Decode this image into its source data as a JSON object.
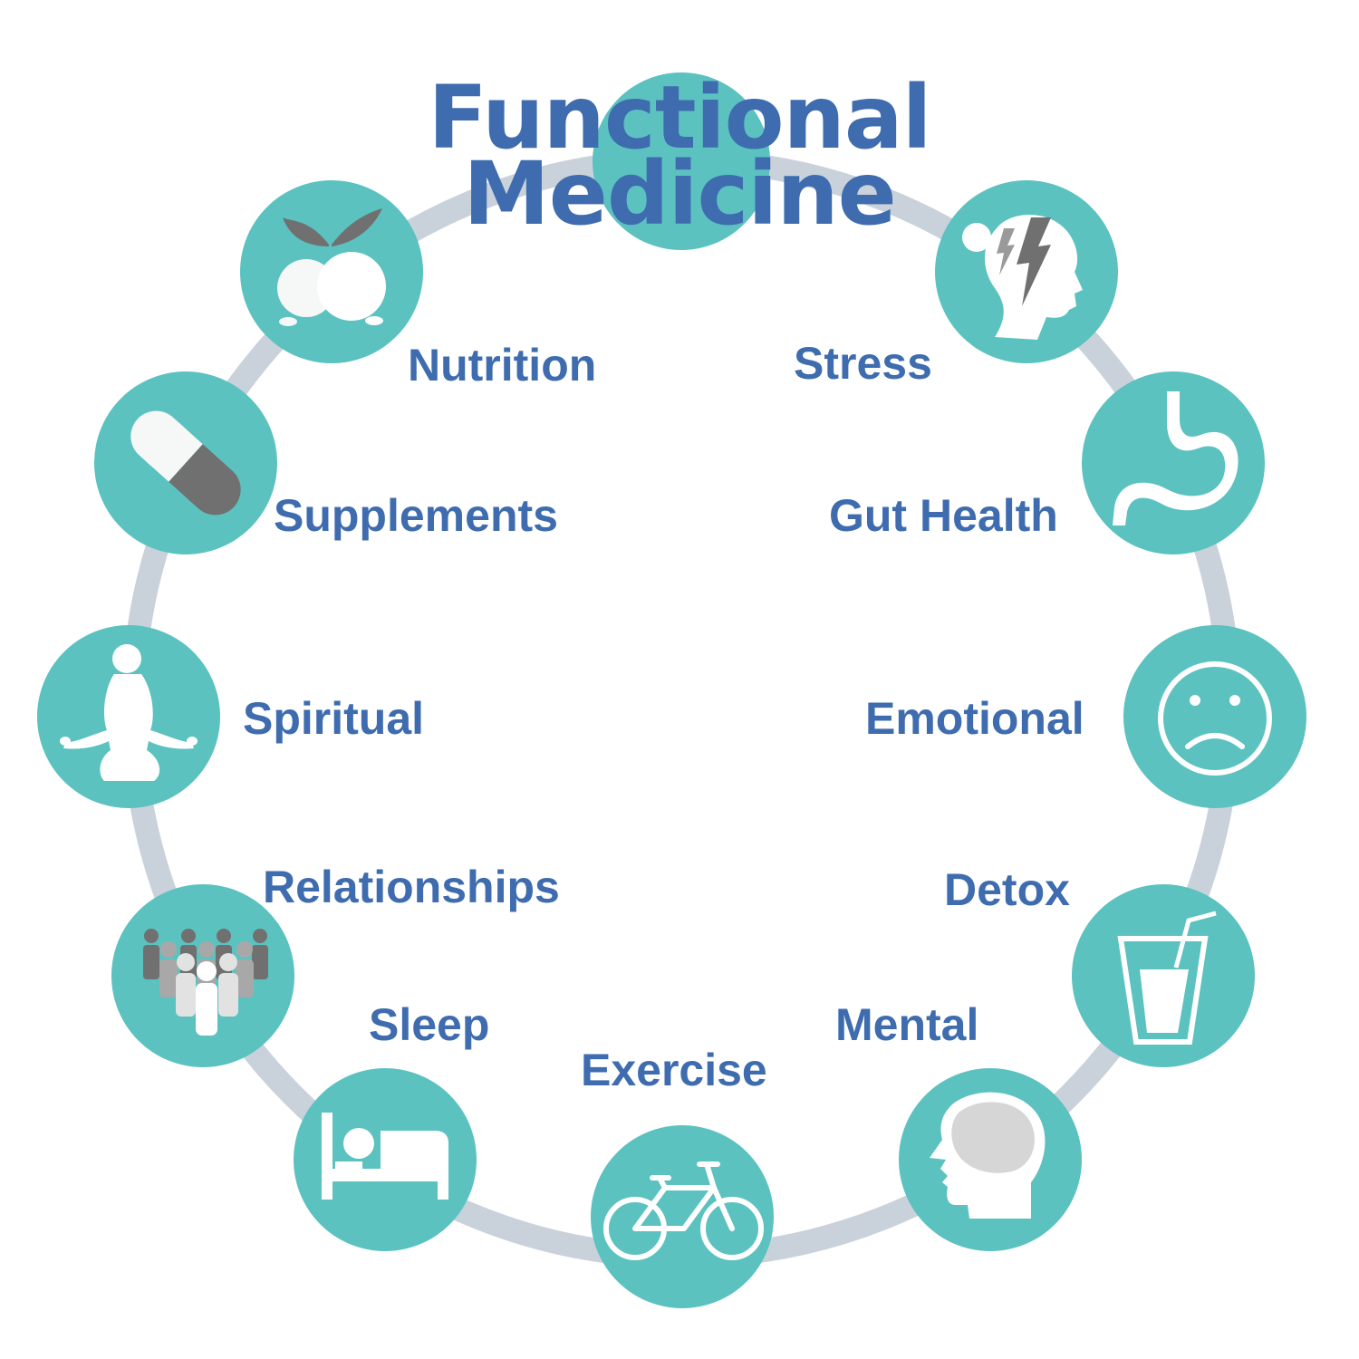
{
  "title": {
    "line1": "Functional",
    "line2": "Medicine"
  },
  "colors": {
    "teal": "#5bc2c0",
    "ring": "#c9d1da",
    "text": "#3e6caf",
    "icon_light": "#f6f8f8",
    "icon_gray": "#707070"
  },
  "nodes": [
    {
      "label": "Nutrition",
      "icon": "fruit-icon"
    },
    {
      "label": "Stress",
      "icon": "stressed-head-icon"
    },
    {
      "label": "Supplements",
      "icon": "capsule-icon"
    },
    {
      "label": "Gut Health",
      "icon": "stomach-icon"
    },
    {
      "label": "Spiritual",
      "icon": "meditation-icon"
    },
    {
      "label": "Emotional",
      "icon": "sad-face-icon"
    },
    {
      "label": "Relationships",
      "icon": "people-group-icon"
    },
    {
      "label": "Detox",
      "icon": "drink-glass-icon"
    },
    {
      "label": "Sleep",
      "icon": "bed-icon"
    },
    {
      "label": "Mental",
      "icon": "brain-head-icon"
    },
    {
      "label": "Exercise",
      "icon": "bicycle-icon"
    }
  ]
}
